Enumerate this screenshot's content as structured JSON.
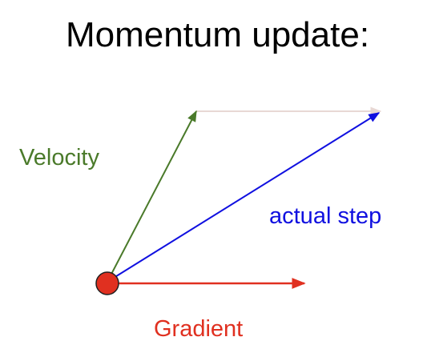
{
  "title": "Momentum update:",
  "labels": {
    "velocity": "Velocity",
    "actual_step": "actual step",
    "gradient": "Gradient"
  },
  "colors": {
    "velocity": "#4a7a2a",
    "actual_step": "#1010e0",
    "gradient": "#e03020",
    "ghost_vector": "#e8d8d4",
    "point_fill": "#e03020",
    "point_stroke": "#202020"
  }
}
